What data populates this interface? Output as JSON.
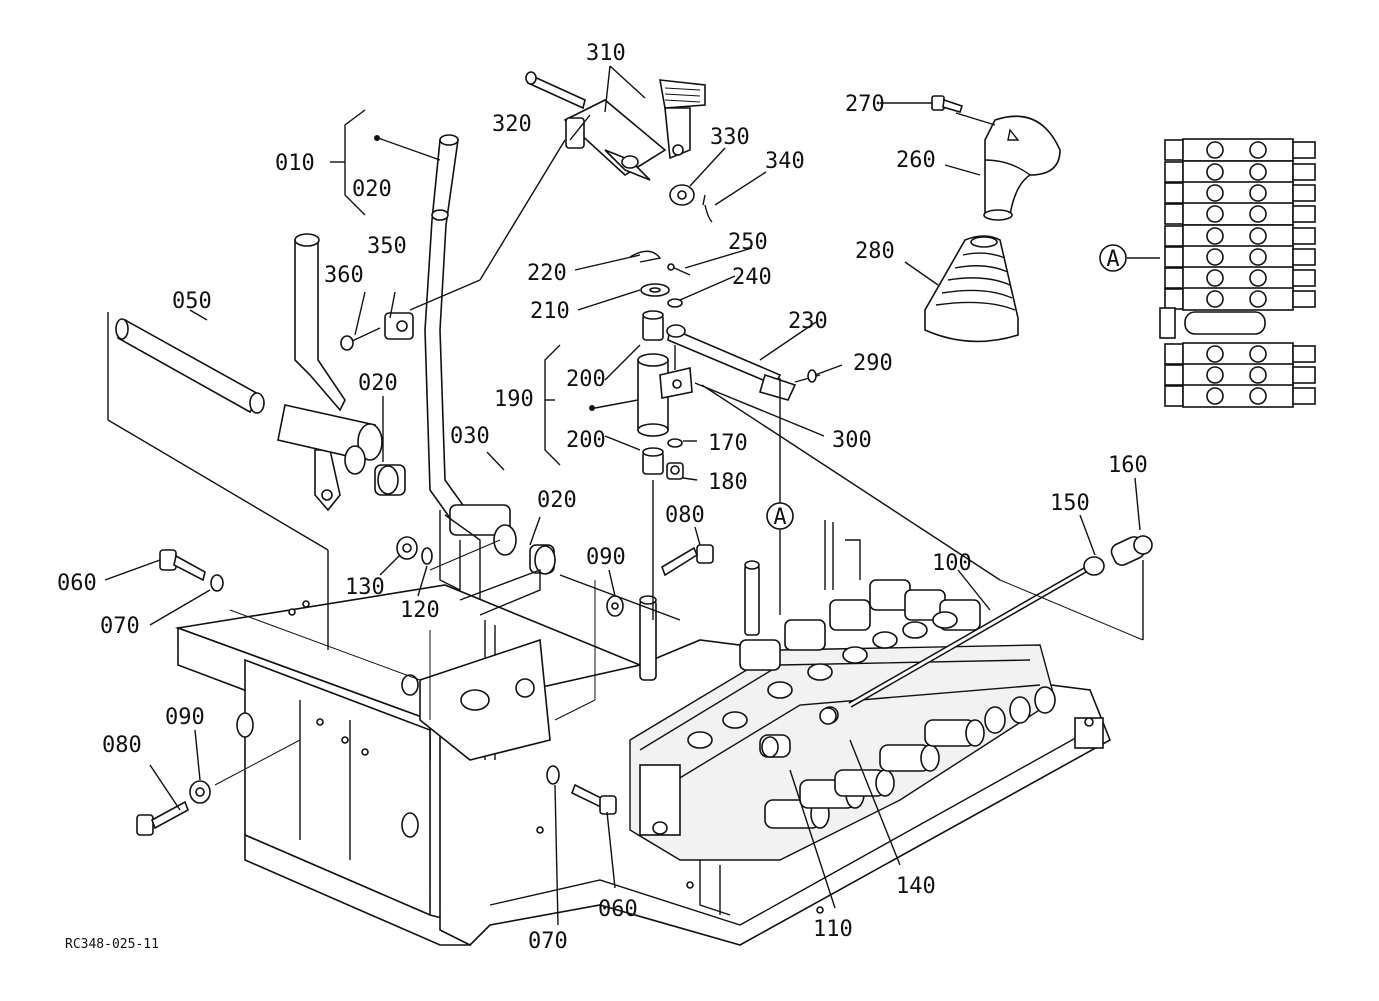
{
  "drawing_code": "RC348-025-11",
  "callout_A": "A",
  "labels": {
    "p010": "010",
    "p020a": "020",
    "p020b": "020",
    "p020c": "020",
    "p030": "030",
    "p050": "050",
    "p060a": "060",
    "p060b": "060",
    "p070a": "070",
    "p070b": "070",
    "p080a": "080",
    "p080b": "080",
    "p090a": "090",
    "p090b": "090",
    "p100": "100",
    "p110": "110",
    "p120": "120",
    "p130": "130",
    "p140": "140",
    "p150": "150",
    "p160": "160",
    "p170": "170",
    "p180": "180",
    "p190": "190",
    "p200a": "200",
    "p200b": "200",
    "p210": "210",
    "p220": "220",
    "p230": "230",
    "p240": "240",
    "p250": "250",
    "p260": "260",
    "p270": "270",
    "p280": "280",
    "p290": "290",
    "p300": "300",
    "p310": "310",
    "p320": "320",
    "p330": "330",
    "p340": "340",
    "p350": "350",
    "p360": "360"
  }
}
